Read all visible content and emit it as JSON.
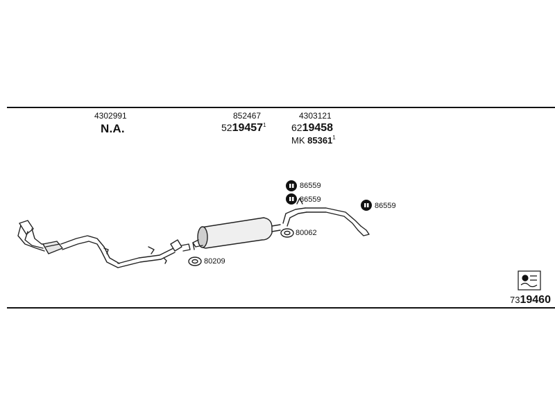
{
  "header": {
    "col1": {
      "ref": "4302991",
      "label": "N.A."
    },
    "col2": {
      "ref": "852467",
      "prefix": "52",
      "number": "19457",
      "sup": "1"
    },
    "col3": {
      "ref": "4303121",
      "prefix": "62",
      "number": "19458",
      "mk_label": "MK",
      "mk_number": "85361",
      "mk_sup": "1"
    }
  },
  "parts": {
    "clamp_a": "86559",
    "clamp_b": "86559",
    "clamp_c": "86559",
    "gasket_muffler": "80062",
    "gasket_front": "80209"
  },
  "footer": {
    "prefix": "73",
    "number": "19460"
  },
  "icons": [
    "bolt-nut-icon",
    "clamp-icon",
    "gasket-icon",
    "kit-box-icon"
  ]
}
